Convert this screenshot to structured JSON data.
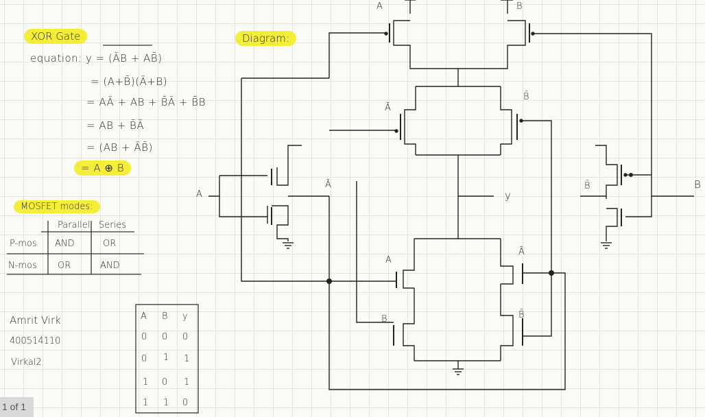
{
  "notes": {
    "title": "XOR Gate",
    "equation_lines": [
      "equation:  y = (ĀB + AB̄)",
      "= (A+B̄)(Ā+B)",
      "= AĀ + AB + B̄Ā + B̄B",
      "= AB + B̄Ā",
      "= (AB + ĀB̄)",
      "= A ⊕ B"
    ],
    "diagram_label": "Diagram:"
  },
  "mosfet": {
    "title": "MOSFET modes:",
    "columns": [
      "Parallel",
      "Series"
    ],
    "rows": [
      {
        "label": "P-mos",
        "parallel": "AND",
        "series": "OR"
      },
      {
        "label": "N-mos",
        "parallel": "OR",
        "series": "AND"
      }
    ]
  },
  "author": {
    "name": "Amrit Virk",
    "id": "400514110",
    "username": "Virkal2"
  },
  "truth_table": {
    "headers": [
      "A",
      "B",
      "y"
    ],
    "rows": [
      [
        "0",
        "0",
        "0"
      ],
      [
        "0",
        "1",
        "1"
      ],
      [
        "1",
        "0",
        "1"
      ],
      [
        "1",
        "1",
        "0"
      ]
    ]
  },
  "circuit_labels": {
    "top_a": "A",
    "top_b": "B",
    "mid_abar": "Ā",
    "mid_bbar": "B̄",
    "left_input": "A",
    "left_output": "Ā",
    "output": "y",
    "right_output": "B̄",
    "right_input": "B",
    "n_a": "A",
    "n_abar": "Ā",
    "n_b": "B",
    "n_bbar": "B̄"
  },
  "page_indicator": "1 of 1",
  "colors": {
    "highlight": "#f4ee3a",
    "ink": "#2a2a2a",
    "grid": "#e3e3de"
  }
}
